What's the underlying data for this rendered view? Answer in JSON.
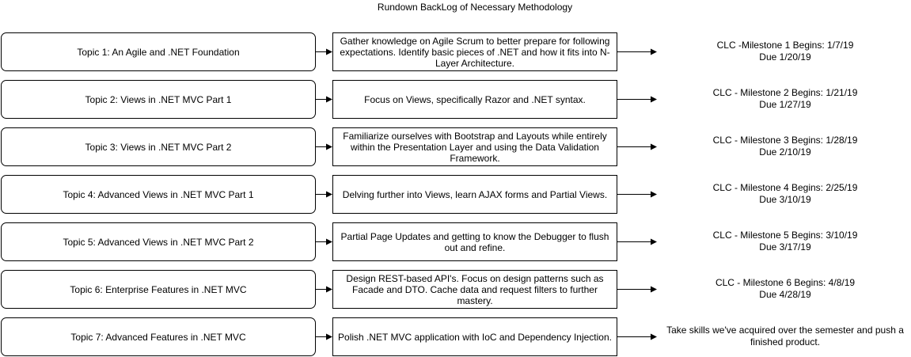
{
  "title": "Rundown BackLog of Necessary Methodology",
  "rows": [
    {
      "topic": "Topic 1: An Agile and .NET Foundation",
      "description": "Gather knowledge on Agile Scrum to better prepare for following expectations. Identify basic pieces of .NET and how it fits into N-Layer Architecture.",
      "milestone": "CLC -Milestone 1 Begins: 1/7/19",
      "due": "Due 1/20/19"
    },
    {
      "topic": "Topic 2: Views in .NET MVC Part 1",
      "description": "Focus on Views, specifically Razor and .NET syntax.",
      "milestone": "CLC - Milestone 2 Begins: 1/21/19",
      "due": "Due 1/27/19"
    },
    {
      "topic": "Topic 3: Views in .NET MVC Part 2",
      "description": "Familiarize ourselves with Bootstrap and Layouts while entirely within the Presentation Layer and using the Data Validation Framework.",
      "milestone": "CLC - Milestone 3 Begins: 1/28/19",
      "due": "Due 2/10/19"
    },
    {
      "topic": "Topic 4: Advanced Views in .NET MVC Part 1",
      "description": "Delving further into Views, learn AJAX forms and Partial Views.",
      "milestone": "CLC - Milestone 4 Begins: 2/25/19",
      "due": "Due 3/10/19"
    },
    {
      "topic": "Topic 5: Advanced Views in .NET MVC Part 2",
      "description": "Partial Page Updates and getting to know the Debugger to flush out and refine.",
      "milestone": "CLC - Milestone 5 Begins: 3/10/19",
      "due": "Due 3/17/19"
    },
    {
      "topic": "Topic 6: Enterprise Features in .NET MVC",
      "description": "Design REST-based API's. Focus on design patterns such as Facade and DTO. Cache data and request filters to further mastery.",
      "milestone": "CLC - Milestone 6 Begins: 4/8/19",
      "due": "Due 4/28/19"
    },
    {
      "topic": "Topic 7: Advanced Features in .NET MVC",
      "description": "Polish .NET MVC application with IoC and Dependency Injection.",
      "final": "Take skills we've acquired over the semester and push a finished product."
    }
  ]
}
